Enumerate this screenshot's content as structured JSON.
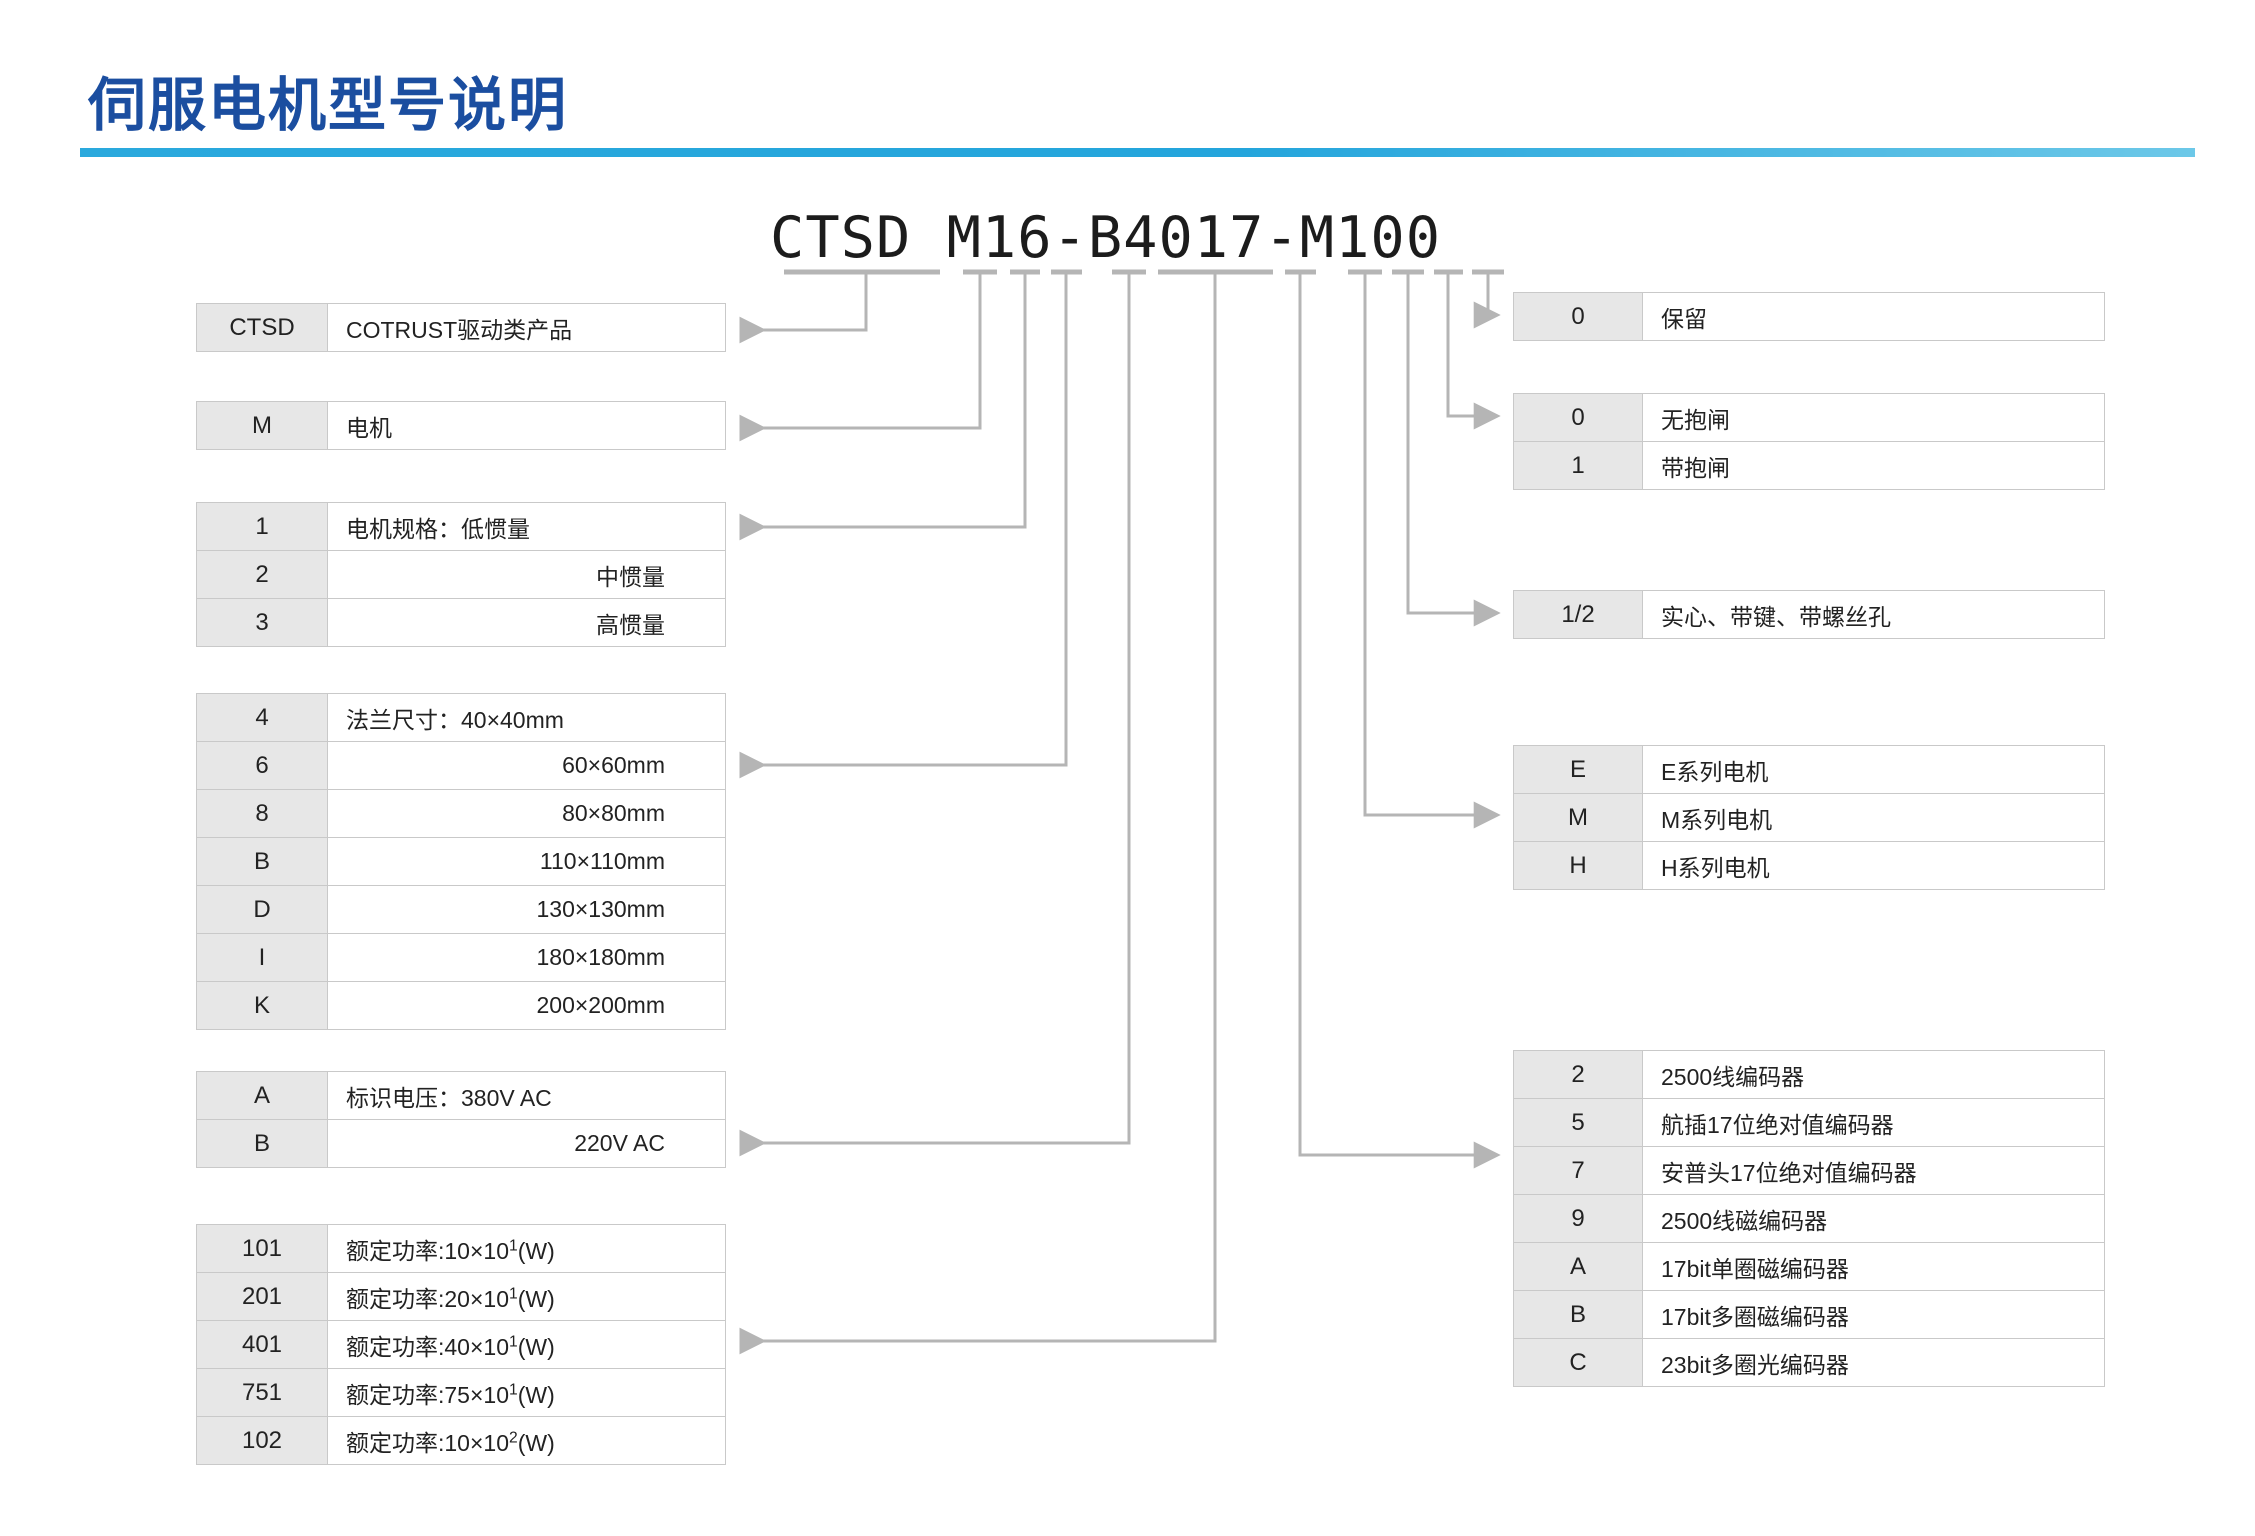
{
  "header": {
    "title": "伺服电机型号说明",
    "title_color": "#1b4ea0",
    "rule_color": "#24a5dc"
  },
  "model": {
    "code": "CTSD M16-B4017-M100",
    "segments": [
      "CTSD",
      "M",
      "1",
      "6",
      "B",
      "40",
      "1",
      "7",
      "M",
      "1",
      "0",
      "0"
    ]
  },
  "left_tables": [
    {
      "name": "product-type",
      "rows": [
        {
          "code": "CTSD",
          "desc": "COTRUST驱动类产品",
          "align": "left"
        }
      ]
    },
    {
      "name": "device-type",
      "rows": [
        {
          "code": "M",
          "desc": "电机",
          "align": "left"
        }
      ]
    },
    {
      "name": "motor-spec",
      "rows": [
        {
          "code": "1",
          "desc": "电机规格：低惯量",
          "align": "left"
        },
        {
          "code": "2",
          "desc": "中惯量",
          "align": "right"
        },
        {
          "code": "3",
          "desc": "高惯量",
          "align": "right"
        }
      ]
    },
    {
      "name": "flange-size",
      "rows": [
        {
          "code": "4",
          "desc": "法兰尺寸：40×40mm",
          "align": "left"
        },
        {
          "code": "6",
          "desc": "60×60mm",
          "align": "right"
        },
        {
          "code": "8",
          "desc": "80×80mm",
          "align": "right"
        },
        {
          "code": "B",
          "desc": "110×110mm",
          "align": "right"
        },
        {
          "code": "D",
          "desc": "130×130mm",
          "align": "right"
        },
        {
          "code": "I",
          "desc": "180×180mm",
          "align": "right"
        },
        {
          "code": "K",
          "desc": "200×200mm",
          "align": "right"
        }
      ]
    },
    {
      "name": "rated-voltage",
      "rows": [
        {
          "code": "A",
          "desc": "标识电压：380V AC",
          "align": "left"
        },
        {
          "code": "B",
          "desc": "220V AC",
          "align": "right"
        }
      ]
    },
    {
      "name": "rated-power",
      "rows": [
        {
          "code": "101",
          "desc": "额定功率:10×10<sup>1</sup>(W)",
          "align": "left",
          "html": true
        },
        {
          "code": "201",
          "desc": "额定功率:20×10<sup>1</sup>(W)",
          "align": "left",
          "html": true
        },
        {
          "code": "401",
          "desc": "额定功率:40×10<sup>1</sup>(W)",
          "align": "left",
          "html": true
        },
        {
          "code": "751",
          "desc": "额定功率:75×10<sup>1</sup>(W)",
          "align": "left",
          "html": true
        },
        {
          "code": "102",
          "desc": "额定功率:10×10<sup>2</sup>(W)",
          "align": "left",
          "html": true
        }
      ]
    }
  ],
  "right_tables": [
    {
      "name": "reserved",
      "rows": [
        {
          "code": "0",
          "desc": "保留"
        }
      ]
    },
    {
      "name": "brake-option",
      "rows": [
        {
          "code": "0",
          "desc": "无抱闸"
        },
        {
          "code": "1",
          "desc": "带抱闸"
        }
      ]
    },
    {
      "name": "shaft-type",
      "rows": [
        {
          "code": "1/2",
          "desc": "实心、带键、带螺丝孔"
        }
      ]
    },
    {
      "name": "motor-series",
      "rows": [
        {
          "code": "E",
          "desc": "E系列电机"
        },
        {
          "code": "M",
          "desc": "M系列电机"
        },
        {
          "code": "H",
          "desc": "H系列电机"
        }
      ]
    },
    {
      "name": "encoder-type",
      "rows": [
        {
          "code": "2",
          "desc": "2500线编码器"
        },
        {
          "code": "5",
          "desc": "航插17位绝对值编码器"
        },
        {
          "code": "7",
          "desc": "安普头17位绝对值编码器"
        },
        {
          "code": "9",
          "desc": "2500线磁编码器"
        },
        {
          "code": "A",
          "desc": "17bit单圈磁编码器"
        },
        {
          "code": "B",
          "desc": "17bit多圈磁编码器"
        },
        {
          "code": "C",
          "desc": "23bit多圈光编码器"
        }
      ]
    }
  ]
}
